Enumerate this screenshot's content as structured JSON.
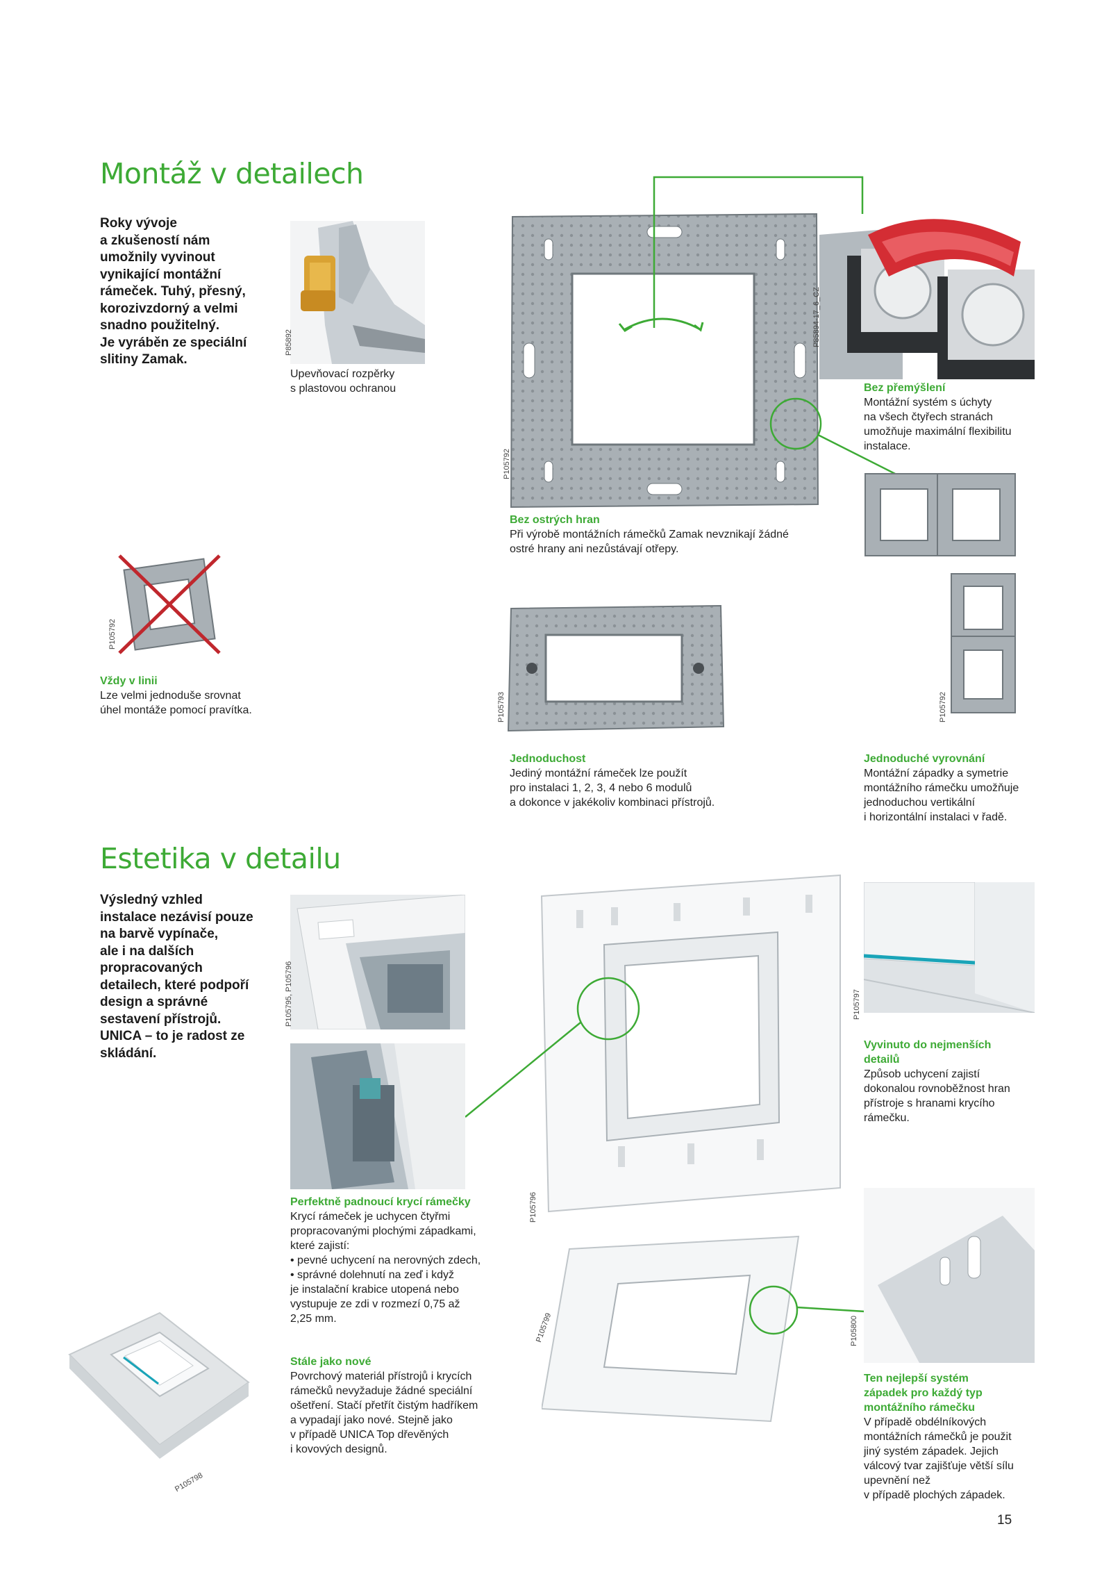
{
  "section1": {
    "heading": "Montáž v detailech",
    "intro": [
      "Roky vývoje",
      "a zkušeností nám",
      "umožnily vyvinout",
      "vynikající montážní",
      "rámeček. Tuhý, přesný,",
      "korozivzdorný a velmi",
      "snadno použitelný.",
      "Je vyráběn ze speciální",
      "slitiny Zamak."
    ],
    "spacers": {
      "code": "P85892",
      "caption": [
        "Upevňovací rozpěrky",
        "s plastovou ochranou"
      ]
    },
    "frame_main": {
      "code": "P105792"
    },
    "frame_clip": {
      "code": "P85894-17_6_CZ"
    },
    "bez_premysleni": {
      "title": "Bez přemýšlení",
      "lines": [
        "Montážní systém s úchyty",
        "na všech čtyřech stranách",
        "umožňuje maximální flexibilitu",
        "instalace."
      ]
    },
    "bez_ostrych_hran": {
      "title": "Bez ostrých hran",
      "lines": [
        "Při výrobě montážních rámečků Zamak nevznikají žádné",
        "ostré hrany ani nezůstávají otřepy."
      ]
    },
    "vzdy_v_linii": {
      "code": "P105792",
      "title": "Vždy v linii",
      "lines": [
        "Lze velmi jednoduše srovnat",
        "úhel montáže pomocí pravítka."
      ]
    },
    "jednoduchost": {
      "code": "P105793",
      "title": "Jednoduchost",
      "lines": [
        "Jediný montážní rámeček lze použít",
        "pro instalaci 1, 2, 3, 4 nebo 6 modulů",
        "a dokonce v jakékoliv kombinaci přístrojů."
      ]
    },
    "vyrovnani": {
      "code": "P105792",
      "title": "Jednoduché vyrovnání",
      "lines": [
        "Montážní západky a symetrie",
        "montážního rámečku umožňuje",
        "jednoduchou vertikální",
        "i horizontální instalaci v řadě."
      ]
    }
  },
  "section2": {
    "heading": "Estetika v detailu",
    "intro": [
      "Výsledný vzhled",
      "instalace nezávisí pouze",
      "na barvě vypínače,",
      "ale i na dalších",
      "propracovaných",
      "detailech, které podpoří",
      "design a správné",
      "sestavení přístrojů.",
      "UNICA – to je radost ze",
      "skládání."
    ],
    "detail_photos_code": "P105795, P105796",
    "frame_big_code": "P105796",
    "switch_code": "P105797",
    "vyvinuto": {
      "title": [
        "Vyvinuto do nejmenších",
        "detailů"
      ],
      "lines": [
        "Způsob uchycení zajistí",
        "dokonalou rovnoběžnost hran",
        "přístroje s hranami krycího",
        "rámečku."
      ]
    },
    "perfektne": {
      "title": "Perfektně padnoucí krycí rámečky",
      "lines": [
        "Krycí rámeček je uchycen čtyřmi",
        "propracovanými plochými západkami,",
        "které zajistí:",
        "• pevné uchycení na nerovných zdech,",
        "• správné dolehnutí na zeď i když",
        "je instalační krabice utopená nebo",
        "vystupuje ze zdi v rozmezí 0,75 až",
        "2,25 mm."
      ]
    },
    "stale": {
      "title": "Stále jako nové",
      "lines": [
        "Povrchový materiál přístrojů i krycích",
        "rámečků nevyžaduje žádné speciální",
        "ošetření. Stačí přetřít čistým hadříkem",
        "a vypadají jako nové. Stejně jako",
        "v případě UNICA Top dřevěných",
        "i kovových designů."
      ]
    },
    "rect_frame_code": "P105799",
    "latch_code": "P105800",
    "switch_small_code": "P105798",
    "ten_nejlepsi": {
      "title": [
        "Ten nejlepší systém",
        "západek pro každý typ",
        "montážního rámečku"
      ],
      "lines": [
        "V případě obdélníkových",
        "montážních rámečků je použit",
        "jiný systém západek. Jejich",
        "válcový tvar zajišťuje větší sílu",
        "upevnění než",
        "v případě plochých západek."
      ]
    }
  },
  "page_number": "15",
  "colors": {
    "accent": "#3daa35",
    "cross": "#c0272d",
    "metal": "#a9b0b5"
  }
}
